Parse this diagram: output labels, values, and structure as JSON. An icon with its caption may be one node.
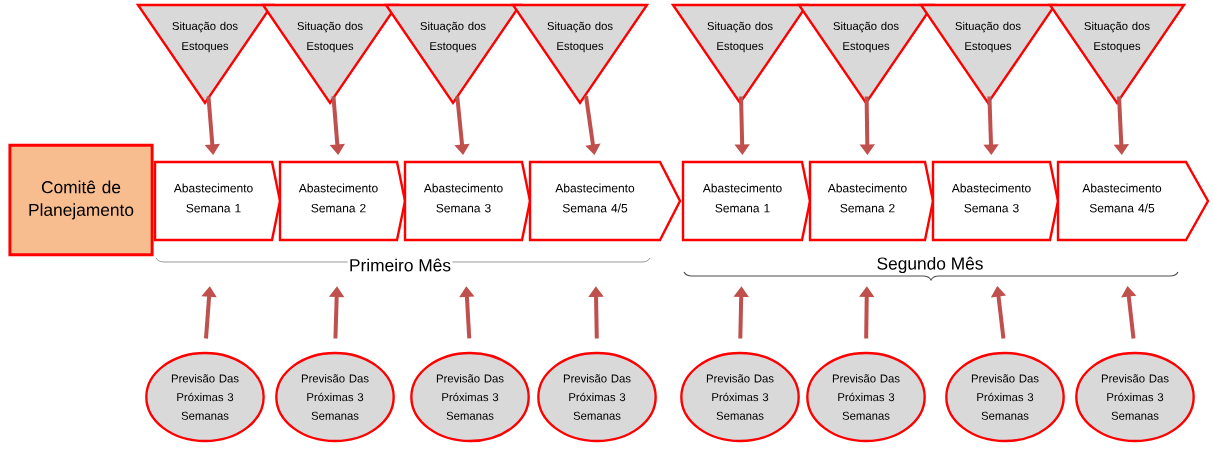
{
  "diagram": {
    "nodes": [
      {
        "text": [
          "Comitê de Planejamento"
        ]
      },
      {
        "text": [
          "Situação dos Estoques"
        ]
      },
      {
        "text": [
          "Situação dos Estoques"
        ]
      },
      {
        "text": [
          "Situação dos Estoques"
        ]
      },
      {
        "text": [
          "Situação dos Estoques"
        ]
      },
      {
        "text": [
          "Situação dos Estoques"
        ]
      },
      {
        "text": [
          "Situação dos Estoques"
        ]
      },
      {
        "text": [
          "Situação dos Estoques"
        ]
      },
      {
        "text": [
          "Situação dos Estoques"
        ]
      },
      {
        "text": [
          "Abastecimento Semana 1"
        ]
      },
      {
        "text": [
          "Abastecimento Semana 2"
        ]
      },
      {
        "text": [
          "Abastecimento Semana 3"
        ]
      },
      {
        "text": [
          "Abastecimento Semana 4/5"
        ]
      },
      {
        "text": [
          "Abastecimento Semana 1"
        ]
      },
      {
        "text": [
          "Abastecimento Semana 2"
        ]
      },
      {
        "text": [
          "Abastecimento Semana 3"
        ]
      },
      {
        "text": [
          "Abastecimento Semana 4/5"
        ]
      },
      {
        "text": [
          "Previsão Das Próximas 3 Semanas"
        ]
      },
      {
        "text": [
          "Previsão Das Próximas 3 Semanas"
        ]
      },
      {
        "text": [
          "Previsão Das Próximas 3 Semanas"
        ]
      },
      {
        "text": [
          "Previsão Das Próximas 3 Semanas"
        ]
      },
      {
        "text": [
          "Previsão Das Próximas 3 Semanas"
        ]
      },
      {
        "text": [
          "Previsão Das Próximas 3 Semanas"
        ]
      },
      {
        "text": [
          "Previsão Das Próximas 3 Semanas"
        ]
      },
      {
        "text": [
          "Previsão Das Próximas 3 Semanas"
        ]
      }
    ],
    "edges": [
      {
        "from": 1,
        "to": 9,
        "arrow": "to"
      },
      {
        "from": 2,
        "to": 10,
        "arrow": "to"
      },
      {
        "from": 3,
        "to": 11,
        "arrow": "to"
      },
      {
        "from": 4,
        "to": 12,
        "arrow": "to"
      },
      {
        "from": 5,
        "to": 13,
        "arrow": "to"
      },
      {
        "from": 6,
        "to": 14,
        "arrow": "to"
      },
      {
        "from": 7,
        "to": 15,
        "arrow": "to"
      },
      {
        "from": 8,
        "to": 16,
        "arrow": "to"
      },
      {
        "from": 17,
        "to": 9,
        "arrow": "to"
      },
      {
        "from": 18,
        "to": 10,
        "arrow": "to"
      },
      {
        "from": 19,
        "to": 11,
        "arrow": "to"
      },
      {
        "from": 20,
        "to": 12,
        "arrow": "to"
      },
      {
        "from": 21,
        "to": 13,
        "arrow": "to"
      },
      {
        "from": 22,
        "to": 14,
        "arrow": "to"
      },
      {
        "from": 23,
        "to": 15,
        "arrow": "to"
      },
      {
        "from": 24,
        "to": 16,
        "arrow": "to"
      }
    ],
    "labels": [
      "Primeiro Mês",
      "Segundo Mês"
    ]
  }
}
